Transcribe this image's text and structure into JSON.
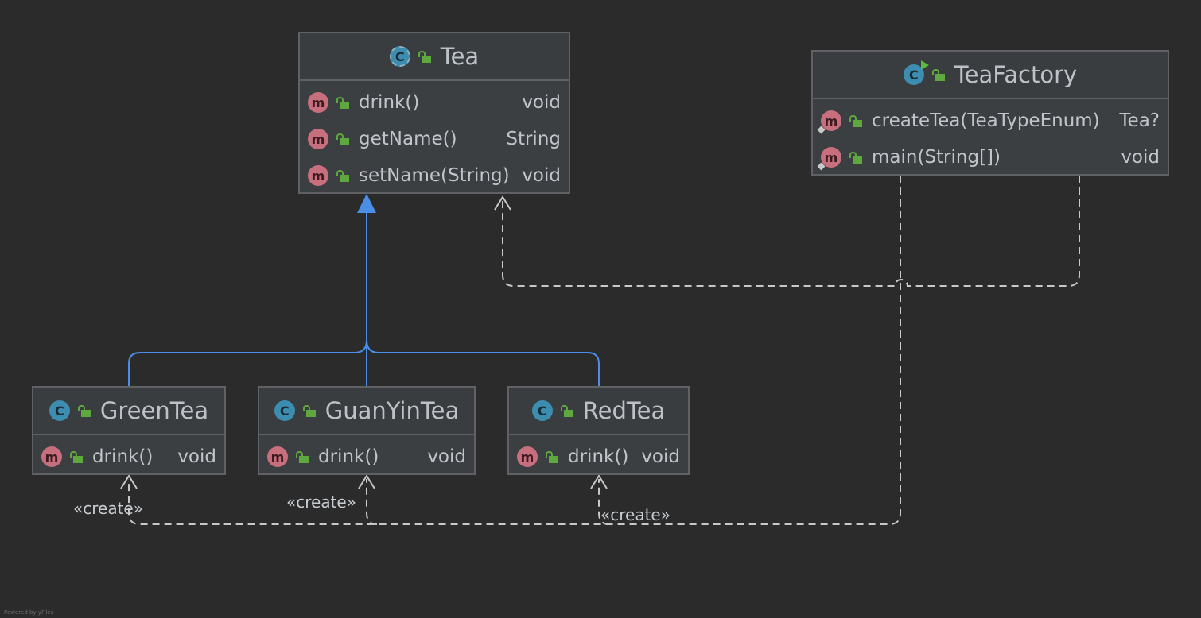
{
  "nodes": {
    "tea": {
      "name": "Tea",
      "members": [
        {
          "sig": "drink()",
          "ret": "void"
        },
        {
          "sig": "getName()",
          "ret": "String"
        },
        {
          "sig": "setName(String)",
          "ret": "void"
        }
      ]
    },
    "tea_factory": {
      "name": "TeaFactory",
      "members": [
        {
          "sig": "createTea(TeaTypeEnum)",
          "ret": "Tea?"
        },
        {
          "sig": "main(String[])",
          "ret": "void"
        }
      ]
    },
    "green_tea": {
      "name": "GreenTea",
      "members": [
        {
          "sig": "drink()",
          "ret": "void"
        }
      ]
    },
    "guanyin_tea": {
      "name": "GuanYinTea",
      "members": [
        {
          "sig": "drink()",
          "ret": "void"
        }
      ]
    },
    "red_tea": {
      "name": "RedTea",
      "members": [
        {
          "sig": "drink()",
          "ret": "void"
        }
      ]
    }
  },
  "edge_labels": {
    "create_green": "«create»",
    "create_guanyin": "«create»",
    "create_red": "«create»"
  },
  "icons": {
    "class_letter": "C",
    "method_letter": "m"
  },
  "footer": "Powered by yFiles",
  "colors": {
    "background": "#2b2b2b",
    "node_fill": "#3c3f41",
    "node_border": "#5f6164",
    "inheritance": "#4a8ee8",
    "dependency": "#c8c8c8",
    "class_icon": "#3d8db0",
    "method_icon": "#c76f7d",
    "public_lock": "#5fa83f"
  }
}
